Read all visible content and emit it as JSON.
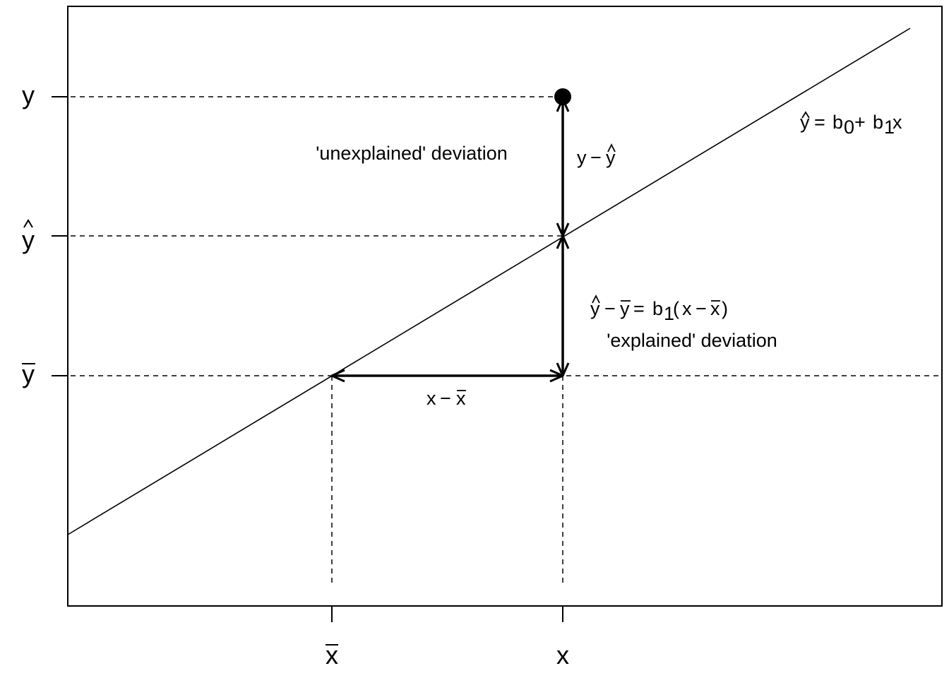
{
  "figure": {
    "y_axis_labels": [
      {
        "id": "y",
        "text": "y",
        "accent": ""
      },
      {
        "id": "y-hat",
        "text": "y",
        "accent": "hat"
      },
      {
        "id": "y-bar",
        "text": "y",
        "accent": "bar"
      }
    ],
    "x_axis_labels": [
      {
        "id": "x-bar",
        "text": "x",
        "accent": "bar"
      },
      {
        "id": "x",
        "text": "x",
        "accent": ""
      }
    ],
    "annotations": {
      "unexplained": "'unexplained' deviation",
      "explained": "'explained' deviation"
    },
    "equations": {
      "regression_line": {
        "lhs": "y",
        "eq": "=",
        "b0": "b",
        "b0_sub": "0",
        "plus": "+",
        "b1": "b",
        "b1_sub": "1",
        "x": "x"
      },
      "residual": {
        "y": "y",
        "minus": "−",
        "yhat": "y"
      },
      "explained": {
        "yhat": "y",
        "minus": "−",
        "ybar": "y",
        "eq": "=",
        "b1": "b",
        "b1_sub": "1",
        "lparen": "(",
        "x": "x",
        "minus2": "−",
        "xbar": "x",
        "rparen": ")"
      },
      "x_deviation": {
        "x": "x",
        "minus": "−",
        "xbar": "x"
      }
    },
    "colors": {
      "line": "#000000",
      "background": "#ffffff"
    }
  }
}
